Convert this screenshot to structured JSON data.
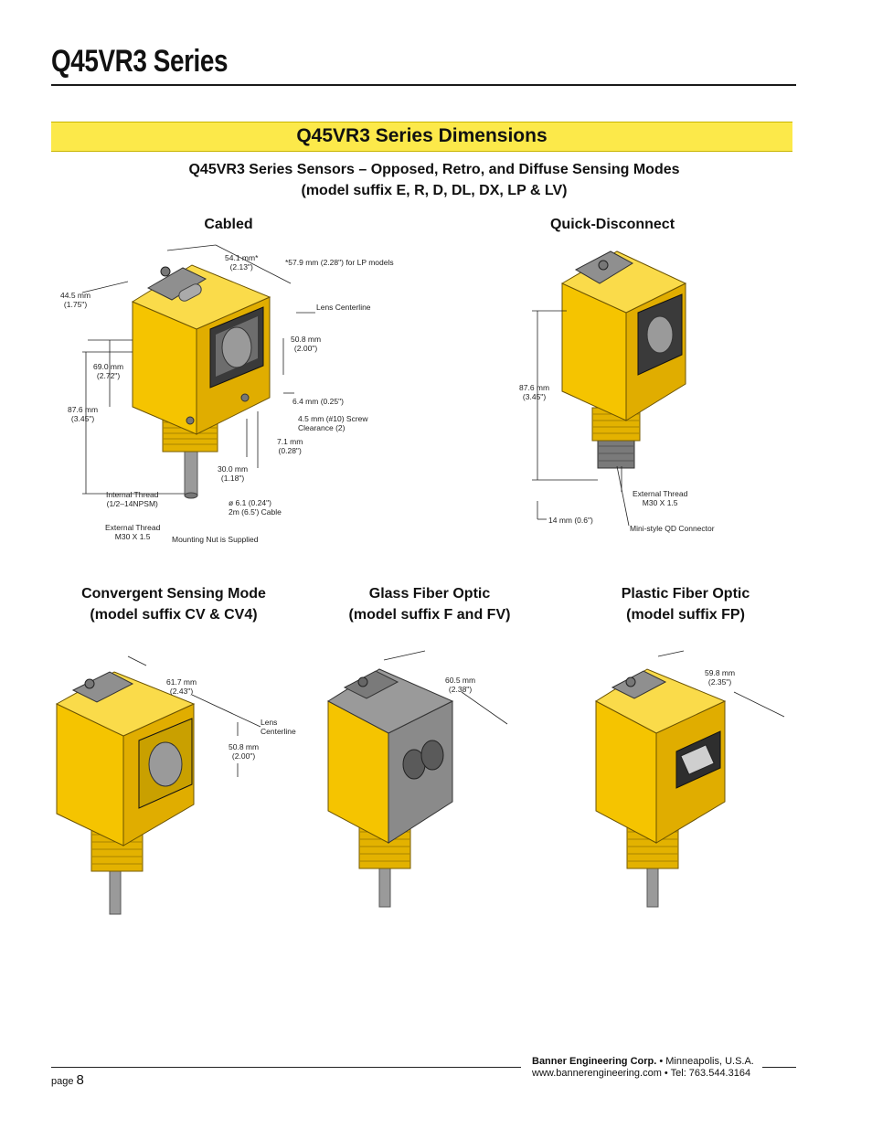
{
  "page": {
    "title": "Q45VR3 Series",
    "section_title": "Q45VR3 Series Dimensions",
    "subtitle_line1": "Q45VR3 Series Sensors – Opposed, Retro, and Diffuse Sensing Modes",
    "subtitle_line2": "(model suffix E, R, D, DL, DX, LP & LV)"
  },
  "colors": {
    "banner": "#fce94a",
    "sensor_body": "#f5c400",
    "sensor_shadow": "#c99a00",
    "cap": "#8a8a8a"
  },
  "cabled": {
    "heading": "Cabled",
    "dim_width": "54.1 mm*",
    "dim_width_in": "(2.13\")",
    "note_lp": "*57.9 mm (2.28\") for LP models",
    "dim_depth": "44.5 mm",
    "dim_depth_in": "(1.75\")",
    "lens_centerline": "Lens Centerline",
    "dim_lens": "50.8 mm",
    "dim_lens_in": "(2.00\")",
    "dim_body": "69.0 mm",
    "dim_body_in": "(2.72\")",
    "dim_total": "87.6 mm",
    "dim_total_in": "(3.45\")",
    "dim_64": "6.4 mm (0.25\")",
    "screw_1": "4.5 mm (#10) Screw",
    "screw_2": "Clearance (2)",
    "dim_71": "7.1 mm",
    "dim_71_in": "(0.28\")",
    "dim_30": "30.0 mm",
    "dim_30_in": "(1.18\")",
    "int_thread_1": "Internal Thread",
    "int_thread_2": "(1/2–14NPSM)",
    "cable_1": "ø 6.1 (0.24\")",
    "cable_2": "2m (6.5') Cable",
    "ext_thread_1": "External Thread",
    "ext_thread_2": "M30 X 1.5",
    "nut": "Mounting Nut  is Supplied"
  },
  "qd": {
    "heading": "Quick-Disconnect",
    "dim_total": "87.6 mm",
    "dim_total_in": "(3.45\")",
    "ext_thread_1": "External Thread",
    "ext_thread_2": "M30 X 1.5",
    "dim_14": "14 mm (0.6\")",
    "connector": "Mini-style QD Connector"
  },
  "convergent": {
    "heading_1": "Convergent Sensing Mode",
    "heading_2": "(model suffix CV & CV4)",
    "dim_w": "61.7 mm",
    "dim_w_in": "(2.43\")",
    "lens_1": "Lens",
    "lens_2": "Centerline",
    "dim_lens": "50.8 mm",
    "dim_lens_in": "(2.00\")"
  },
  "glass": {
    "heading_1": "Glass Fiber Optic",
    "heading_2": "(model suffix F and FV)",
    "dim_w": "60.5 mm",
    "dim_w_in": "(2.38\")"
  },
  "plastic": {
    "heading_1": "Plastic Fiber Optic",
    "heading_2": "(model suffix FP)",
    "dim_w": "59.8 mm",
    "dim_w_in": "(2.35\")"
  },
  "footer": {
    "page_label": "page",
    "page_number": "8",
    "company": "Banner Engineering Corp.",
    "location": " • Minneapolis, U.S.A.",
    "contact": "www.bannerengineering.com  •  Tel: 763.544.3164"
  }
}
